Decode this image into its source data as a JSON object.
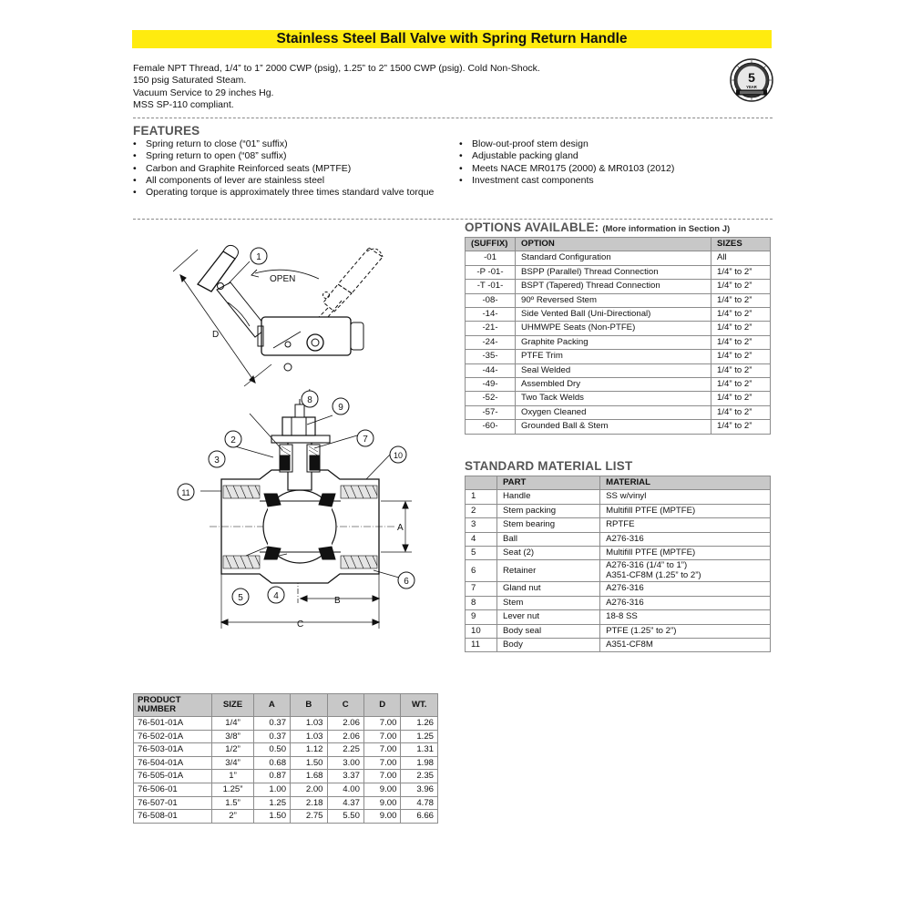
{
  "title": "Stainless Steel Ball Valve with Spring Return Handle",
  "intro": [
    "Female NPT Thread,  1/4” to 1” 2000 CWP (psig),  1.25” to 2” 1500 CWP (psig). Cold Non-Shock.",
    "150 psig Saturated Steam.",
    "Vacuum Service to 29 inches Hg.",
    "MSS SP-110 compliant."
  ],
  "badge": {
    "line1": "5-YEAR",
    "line2": "WARRANTY"
  },
  "features": {
    "title": "FEATURES",
    "left": [
      "Spring return to close (“01” suffix)",
      "Spring return to open (“08” suffix)",
      "Carbon and Graphite Reinforced seats (MPTFE)",
      "All components of lever are stainless steel",
      "Operating torque is approximately three times standard valve torque"
    ],
    "right": [
      "Blow-out-proof stem design",
      "Adjustable packing gland",
      "Meets NACE MR0175 (2000) & MR0103 (2012)",
      "Investment cast components"
    ]
  },
  "diagram": {
    "callouts": [
      "1",
      "2",
      "3",
      "4",
      "5",
      "6",
      "7",
      "8",
      "9",
      "10",
      "11"
    ],
    "open_label": "OPEN",
    "dim_labels": {
      "a": "A",
      "b": "B",
      "c": "C",
      "d": "D"
    }
  },
  "options": {
    "title": "OPTIONS AVAILABLE:",
    "subtitle": "(More information in Section J)",
    "headers": [
      "(SUFFIX)",
      "OPTION",
      "SIZES"
    ],
    "rows": [
      [
        "-01",
        "Standard Configuration",
        "All"
      ],
      [
        "-P -01-",
        "BSPP (Parallel) Thread Connection",
        "1/4” to 2”"
      ],
      [
        "-T -01-",
        "BSPT (Tapered) Thread Connection",
        "1/4” to 2”"
      ],
      [
        "-08-",
        "90º Reversed Stem",
        "1/4” to 2”"
      ],
      [
        "-14-",
        "Side Vented Ball (Uni-Directional)",
        "1/4” to 2”"
      ],
      [
        "-21-",
        "UHMWPE Seats (Non-PTFE)",
        "1/4” to 2”"
      ],
      [
        "-24-",
        "Graphite Packing",
        "1/4” to 2”"
      ],
      [
        "-35-",
        "PTFE Trim",
        "1/4” to 2”"
      ],
      [
        "-44-",
        "Seal Welded",
        "1/4” to 2”"
      ],
      [
        "-49-",
        "Assembled Dry",
        "1/4” to 2”"
      ],
      [
        "-52-",
        "Two Tack Welds",
        "1/4” to 2”"
      ],
      [
        "-57-",
        "Oxygen Cleaned",
        "1/4” to 2”"
      ],
      [
        "-60-",
        "Grounded Ball & Stem",
        "1/4” to 2”"
      ]
    ]
  },
  "materials": {
    "title": "STANDARD MATERIAL LIST",
    "headers": [
      "",
      "PART",
      "MATERIAL"
    ],
    "rows": [
      [
        "1",
        "Handle",
        "SS w/vinyl"
      ],
      [
        "2",
        "Stem packing",
        "Multifill PTFE (MPTFE)"
      ],
      [
        "3",
        "Stem bearing",
        "RPTFE"
      ],
      [
        "4",
        "Ball",
        "A276-316"
      ],
      [
        "5",
        "Seat (2)",
        "Multifill PTFE (MPTFE)"
      ],
      [
        "6",
        "Retainer",
        "A276-316 (1/4” to 1”)\nA351-CF8M (1.25” to 2”)"
      ],
      [
        "7",
        "Gland nut",
        "A276-316"
      ],
      [
        "8",
        "Stem",
        "A276-316"
      ],
      [
        "9",
        "Lever nut",
        "18-8 SS"
      ],
      [
        "10",
        "Body seal",
        "PTFE (1.25” to 2”)"
      ],
      [
        "11",
        "Body",
        "A351-CF8M"
      ]
    ]
  },
  "products": {
    "headers": [
      "PRODUCT\nNUMBER",
      "SIZE",
      "A",
      "B",
      "C",
      "D",
      "WT."
    ],
    "rows": [
      [
        "76-501-01A",
        "1/4”",
        "0.37",
        "1.03",
        "2.06",
        "7.00",
        "1.26"
      ],
      [
        "76-502-01A",
        "3/8”",
        "0.37",
        "1.03",
        "2.06",
        "7.00",
        "1.25"
      ],
      [
        "76-503-01A",
        "1/2”",
        "0.50",
        "1.12",
        "2.25",
        "7.00",
        "1.31"
      ],
      [
        "76-504-01A",
        "3/4”",
        "0.68",
        "1.50",
        "3.00",
        "7.00",
        "1.98"
      ],
      [
        "76-505-01A",
        "1”",
        "0.87",
        "1.68",
        "3.37",
        "7.00",
        "2.35"
      ],
      [
        "76-506-01",
        "1.25”",
        "1.00",
        "2.00",
        "4.00",
        "9.00",
        "3.96"
      ],
      [
        "76-507-01",
        "1.5”",
        "1.25",
        "2.18",
        "4.37",
        "9.00",
        "4.78"
      ],
      [
        "76-508-01",
        "2”",
        "1.50",
        "2.75",
        "5.50",
        "9.00",
        "6.66"
      ]
    ]
  }
}
